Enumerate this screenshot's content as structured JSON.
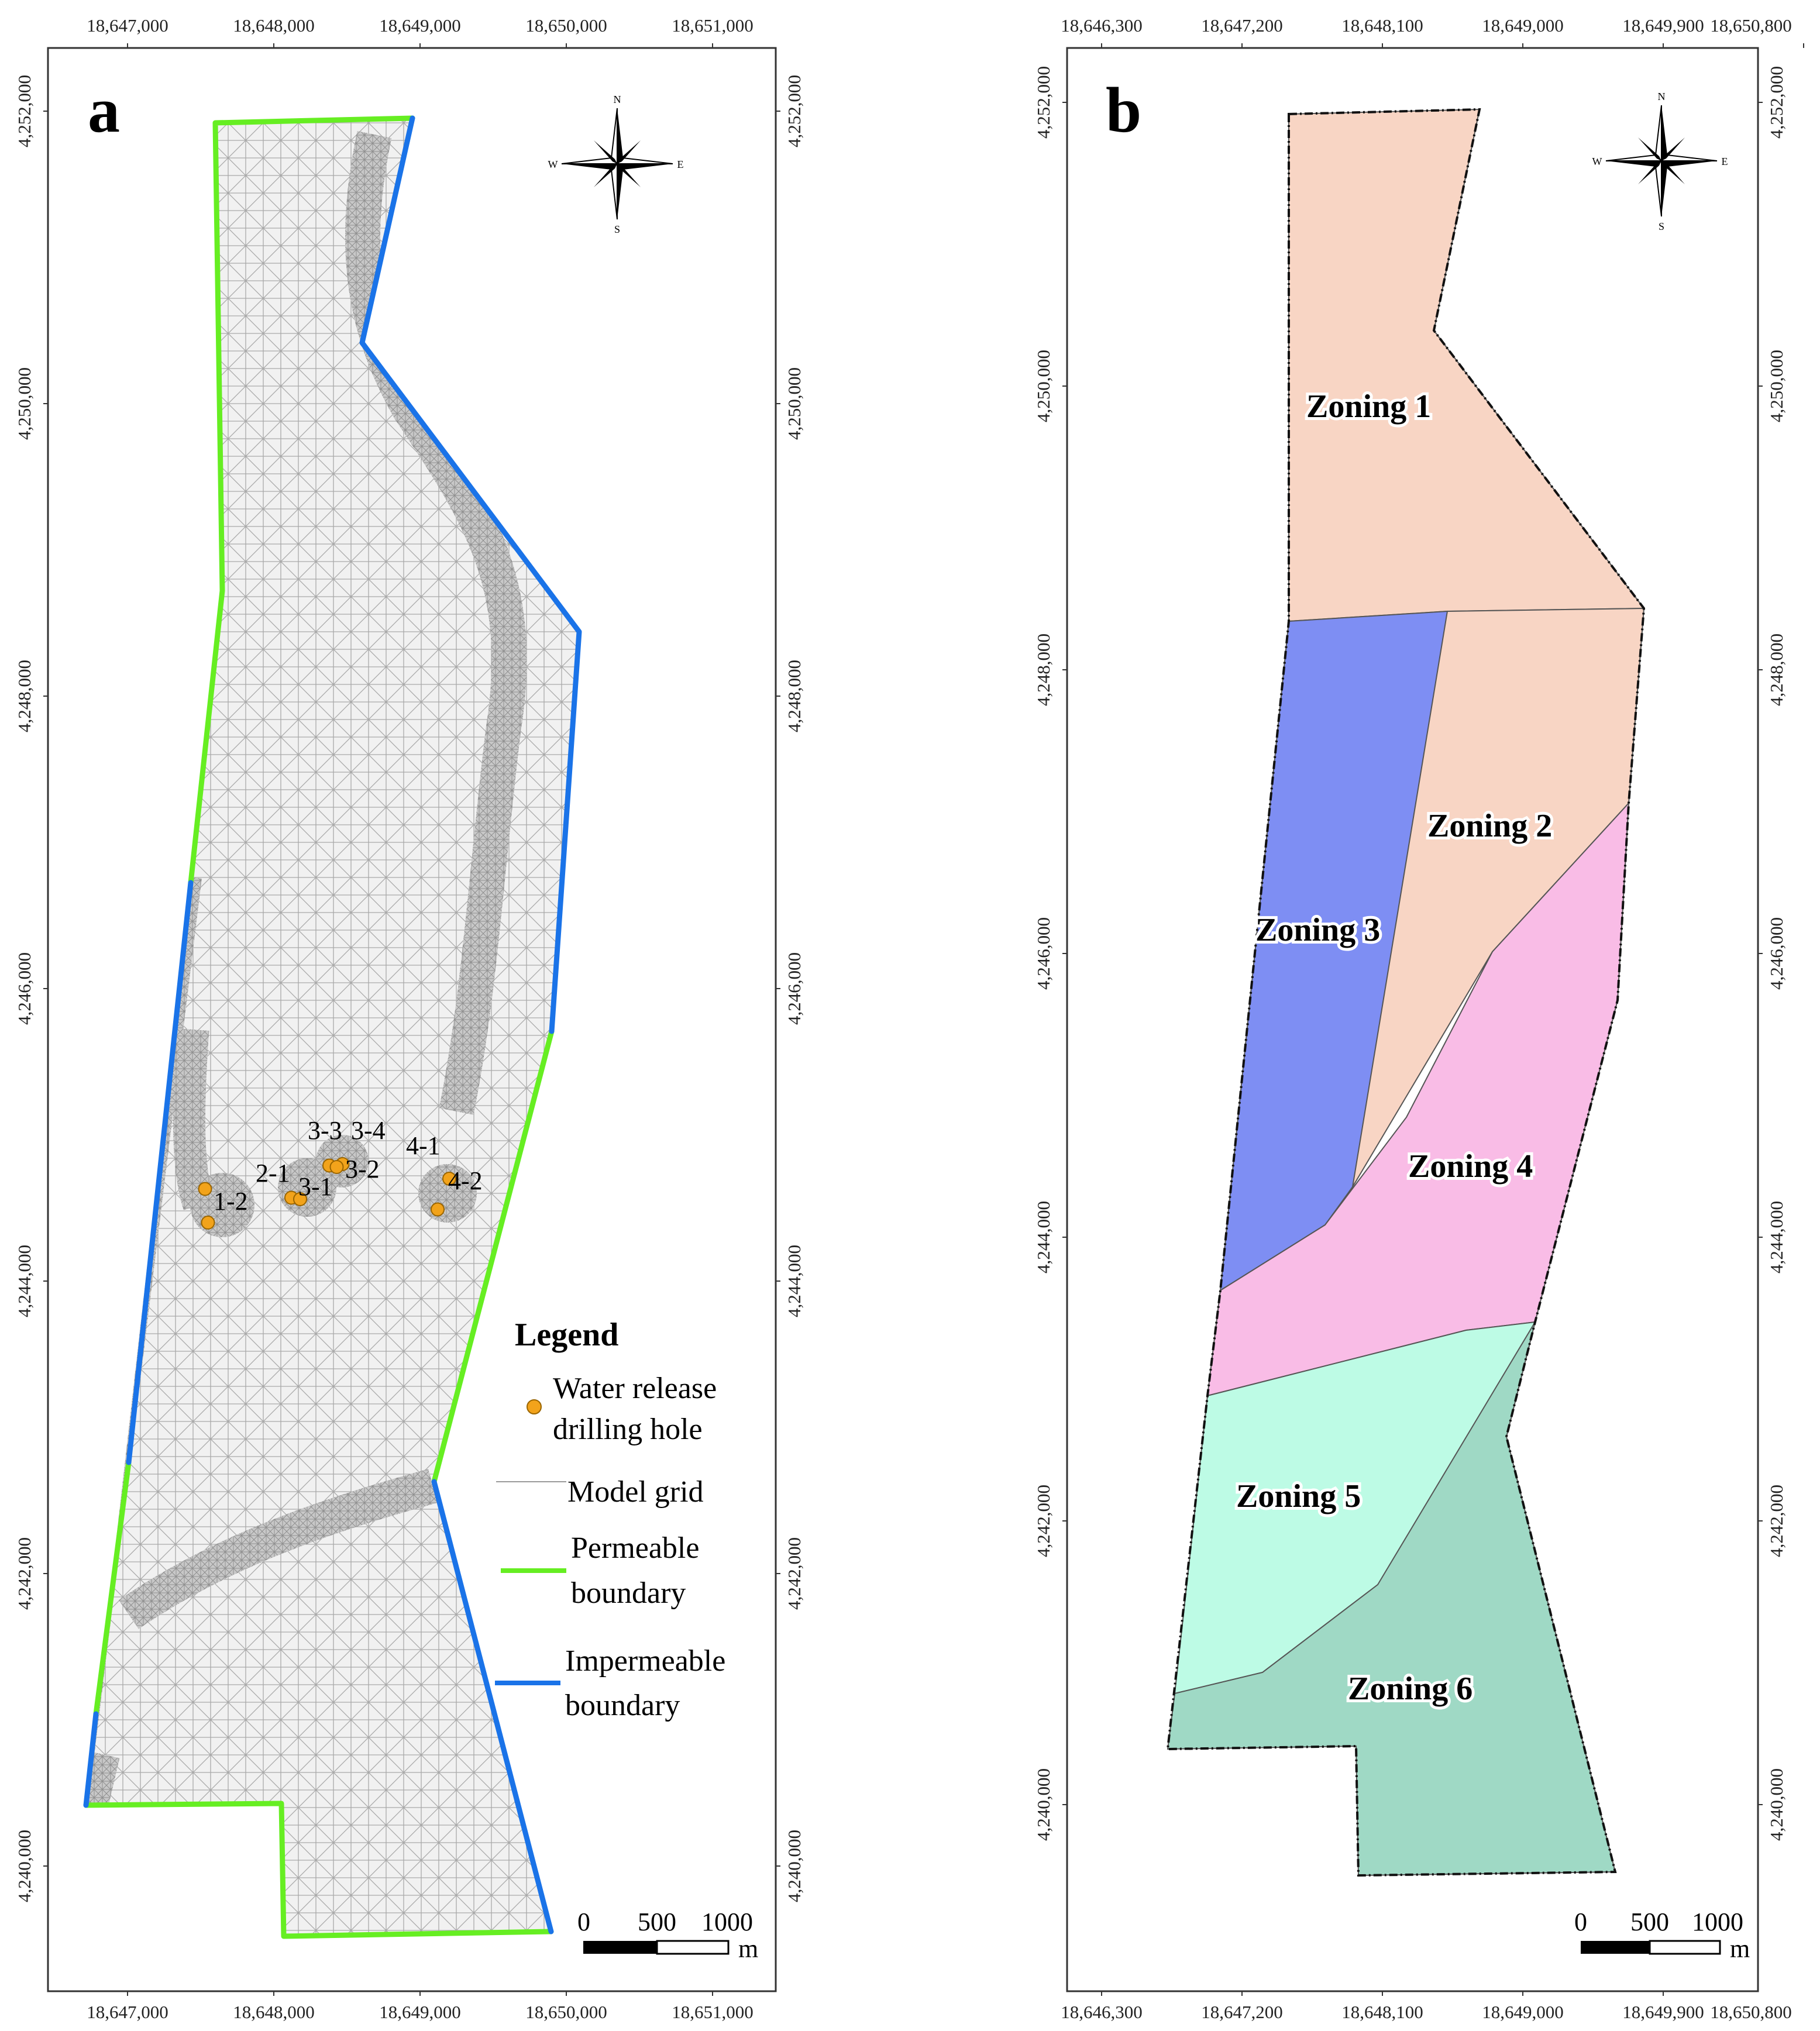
{
  "panel_a": {
    "letter": "a",
    "x_ticks": [
      "18,647,000",
      "18,648,000",
      "18,649,000",
      "18,650,000",
      "18,651,000"
    ],
    "y_ticks": [
      "4,252,000",
      "4,250,000",
      "4,248,000",
      "4,246,000",
      "4,244,000",
      "4,242,000",
      "4,240,000"
    ],
    "compass": {
      "n": "N",
      "s": "S",
      "e": "E",
      "w": "W"
    },
    "holes": [
      {
        "label": "1-2",
        "x": 18647550,
        "y": 4244400
      },
      {
        "label": "",
        "x": 18647530,
        "y": 4244630
      },
      {
        "label": "2-1",
        "x": 18648120,
        "y": 4244570
      },
      {
        "label": "3-1",
        "x": 18648180,
        "y": 4244560
      },
      {
        "label": "3-3",
        "x": 18648380,
        "y": 4244790
      },
      {
        "label": "3-4",
        "x": 18648470,
        "y": 4244800
      },
      {
        "label": "3-2",
        "x": 18648430,
        "y": 4244780
      },
      {
        "label": "4-1",
        "x": 18649200,
        "y": 4244700
      },
      {
        "label": "4-2",
        "x": 18649120,
        "y": 4244490
      }
    ],
    "legend": {
      "title": "Legend",
      "drill_line1": "Water release",
      "drill_line2": "drilling hole",
      "grid": "Model grid",
      "perm_line1": "Permeable",
      "perm_line2": "boundary",
      "imperm_line1": "Impermeable",
      "imperm_line2": "boundary"
    },
    "scale": {
      "s0": "0",
      "s1": "500",
      "s2": "1000",
      "unit": "m"
    },
    "colors": {
      "permeable": "#66ee22",
      "impermeable": "#1a73e8",
      "grid": "#9a9a9a",
      "hole": "#f2a31b"
    }
  },
  "panel_b": {
    "letter": "b",
    "x_ticks": [
      "18,646,300",
      "18,647,200",
      "18,648,100",
      "18,649,000",
      "18,649,900",
      "18,650,800"
    ],
    "y_ticks": [
      "4,252,000",
      "4,250,000",
      "4,248,000",
      "4,246,000",
      "4,244,000",
      "4,242,000",
      "4,240,000"
    ],
    "compass": {
      "n": "N",
      "s": "S",
      "e": "E",
      "w": "W"
    },
    "zones": [
      {
        "label": "Zoning 1",
        "color": "#f8d5c4"
      },
      {
        "label": "Zoning 2",
        "color": "#f8d5c4"
      },
      {
        "label": "Zoning 3",
        "color": "#7e8ef3"
      },
      {
        "label": "Zoning 4",
        "color": "#f9bce6"
      },
      {
        "label": "Zoning 5",
        "color": "#bdfbe5"
      },
      {
        "label": "Zoning 6",
        "color": "#9fd9c5"
      }
    ],
    "scale": {
      "s0": "0",
      "s1": "500",
      "s2": "1000",
      "unit": "m"
    }
  }
}
